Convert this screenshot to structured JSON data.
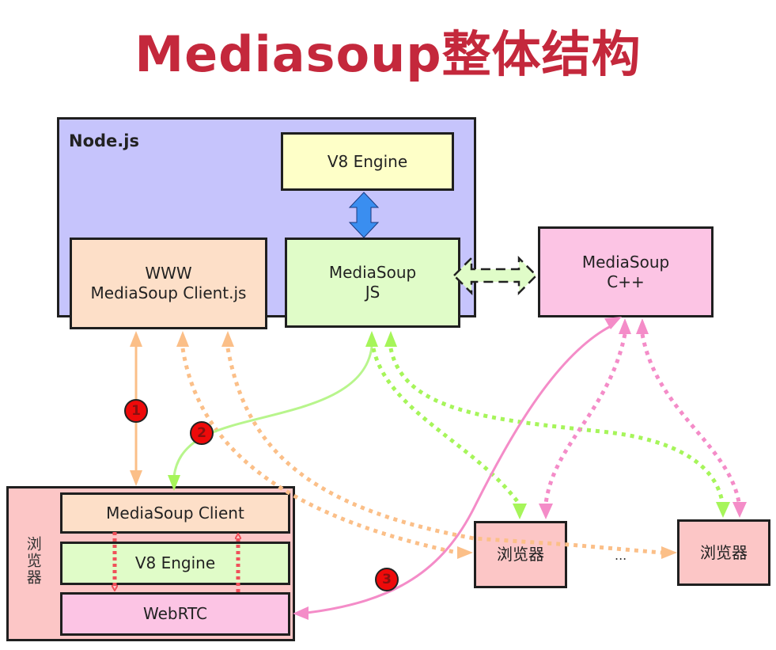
{
  "title": "Mediasoup整体结构",
  "nodes": {
    "nodejs": "Node.js",
    "v8_engine_server": "V8 Engine",
    "www_client_line1": "WWW",
    "www_client_line2": "MediaSoup Client.js",
    "mediasoup_js_line1": "MediaSoup",
    "mediasoup_js_line2": "JS",
    "mediasoup_cpp_line1": "MediaSoup",
    "mediasoup_cpp_line2": "C++",
    "browser_container": "浏览器",
    "mediasoup_client": "MediaSoup Client",
    "v8_engine_browser": "V8 Engine",
    "webrtc": "WebRTC",
    "browser_peer_1": "浏览器",
    "browser_peer_2": "浏览器",
    "ellipsis": "..."
  },
  "badges": [
    "1",
    "2",
    "3"
  ],
  "colors": {
    "title": "#c4283c",
    "nodejs_bg": "#c6c4fc",
    "v8_bg": "#feffc8",
    "client_bg": "#fddfc8",
    "js_bg": "#e0fcc8",
    "cpp_bg": "#fcc4e4",
    "browser_bg": "#fcc6c6",
    "orange_link": "#fbbf88",
    "green_link": "#a6f55a",
    "pink_link": "#f48cc8",
    "blue_link": "#3a8ef0",
    "badge": "#ee0a0a"
  }
}
